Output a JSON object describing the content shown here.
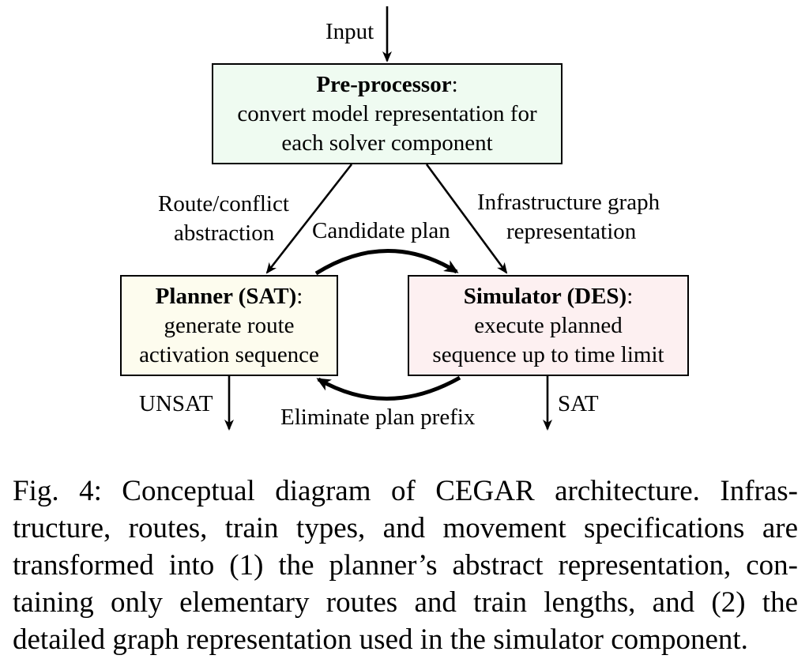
{
  "diagram": {
    "input_label": "Input",
    "preprocessor": {
      "title": "Pre-processor",
      "line1": "convert model representation for",
      "line2": "each solver component"
    },
    "planner": {
      "title": "Planner (SAT)",
      "line1": "generate route",
      "line2": "activation sequence"
    },
    "simulator": {
      "title": "Simulator (DES)",
      "line1": "execute planned",
      "line2": "sequence up to time limit"
    },
    "edges": {
      "route_conflict_line1": "Route/conflict",
      "route_conflict_line2": "abstraction",
      "infrastructure_line1": "Infrastructure graph",
      "infrastructure_line2": "representation",
      "candidate_plan": "Candidate plan",
      "eliminate_prefix": "Eliminate plan prefix",
      "unsat": "UNSAT",
      "sat": "SAT"
    },
    "colors": {
      "preprocessor_fill": "#effbf1",
      "planner_fill": "#fdfcee",
      "simulator_fill": "#fdf0f1"
    }
  },
  "caption": {
    "line1": "Fig. 4: Conceptual diagram of CEGAR architecture. Infras-",
    "line2": "tructure, routes, train types, and movement specifications are",
    "line3": "transformed into (1) the planner’s abstract representation, con-",
    "line4": "taining only elementary routes and train lengths, and (2) the",
    "line5": "detailed graph representation used in the simulator component."
  }
}
